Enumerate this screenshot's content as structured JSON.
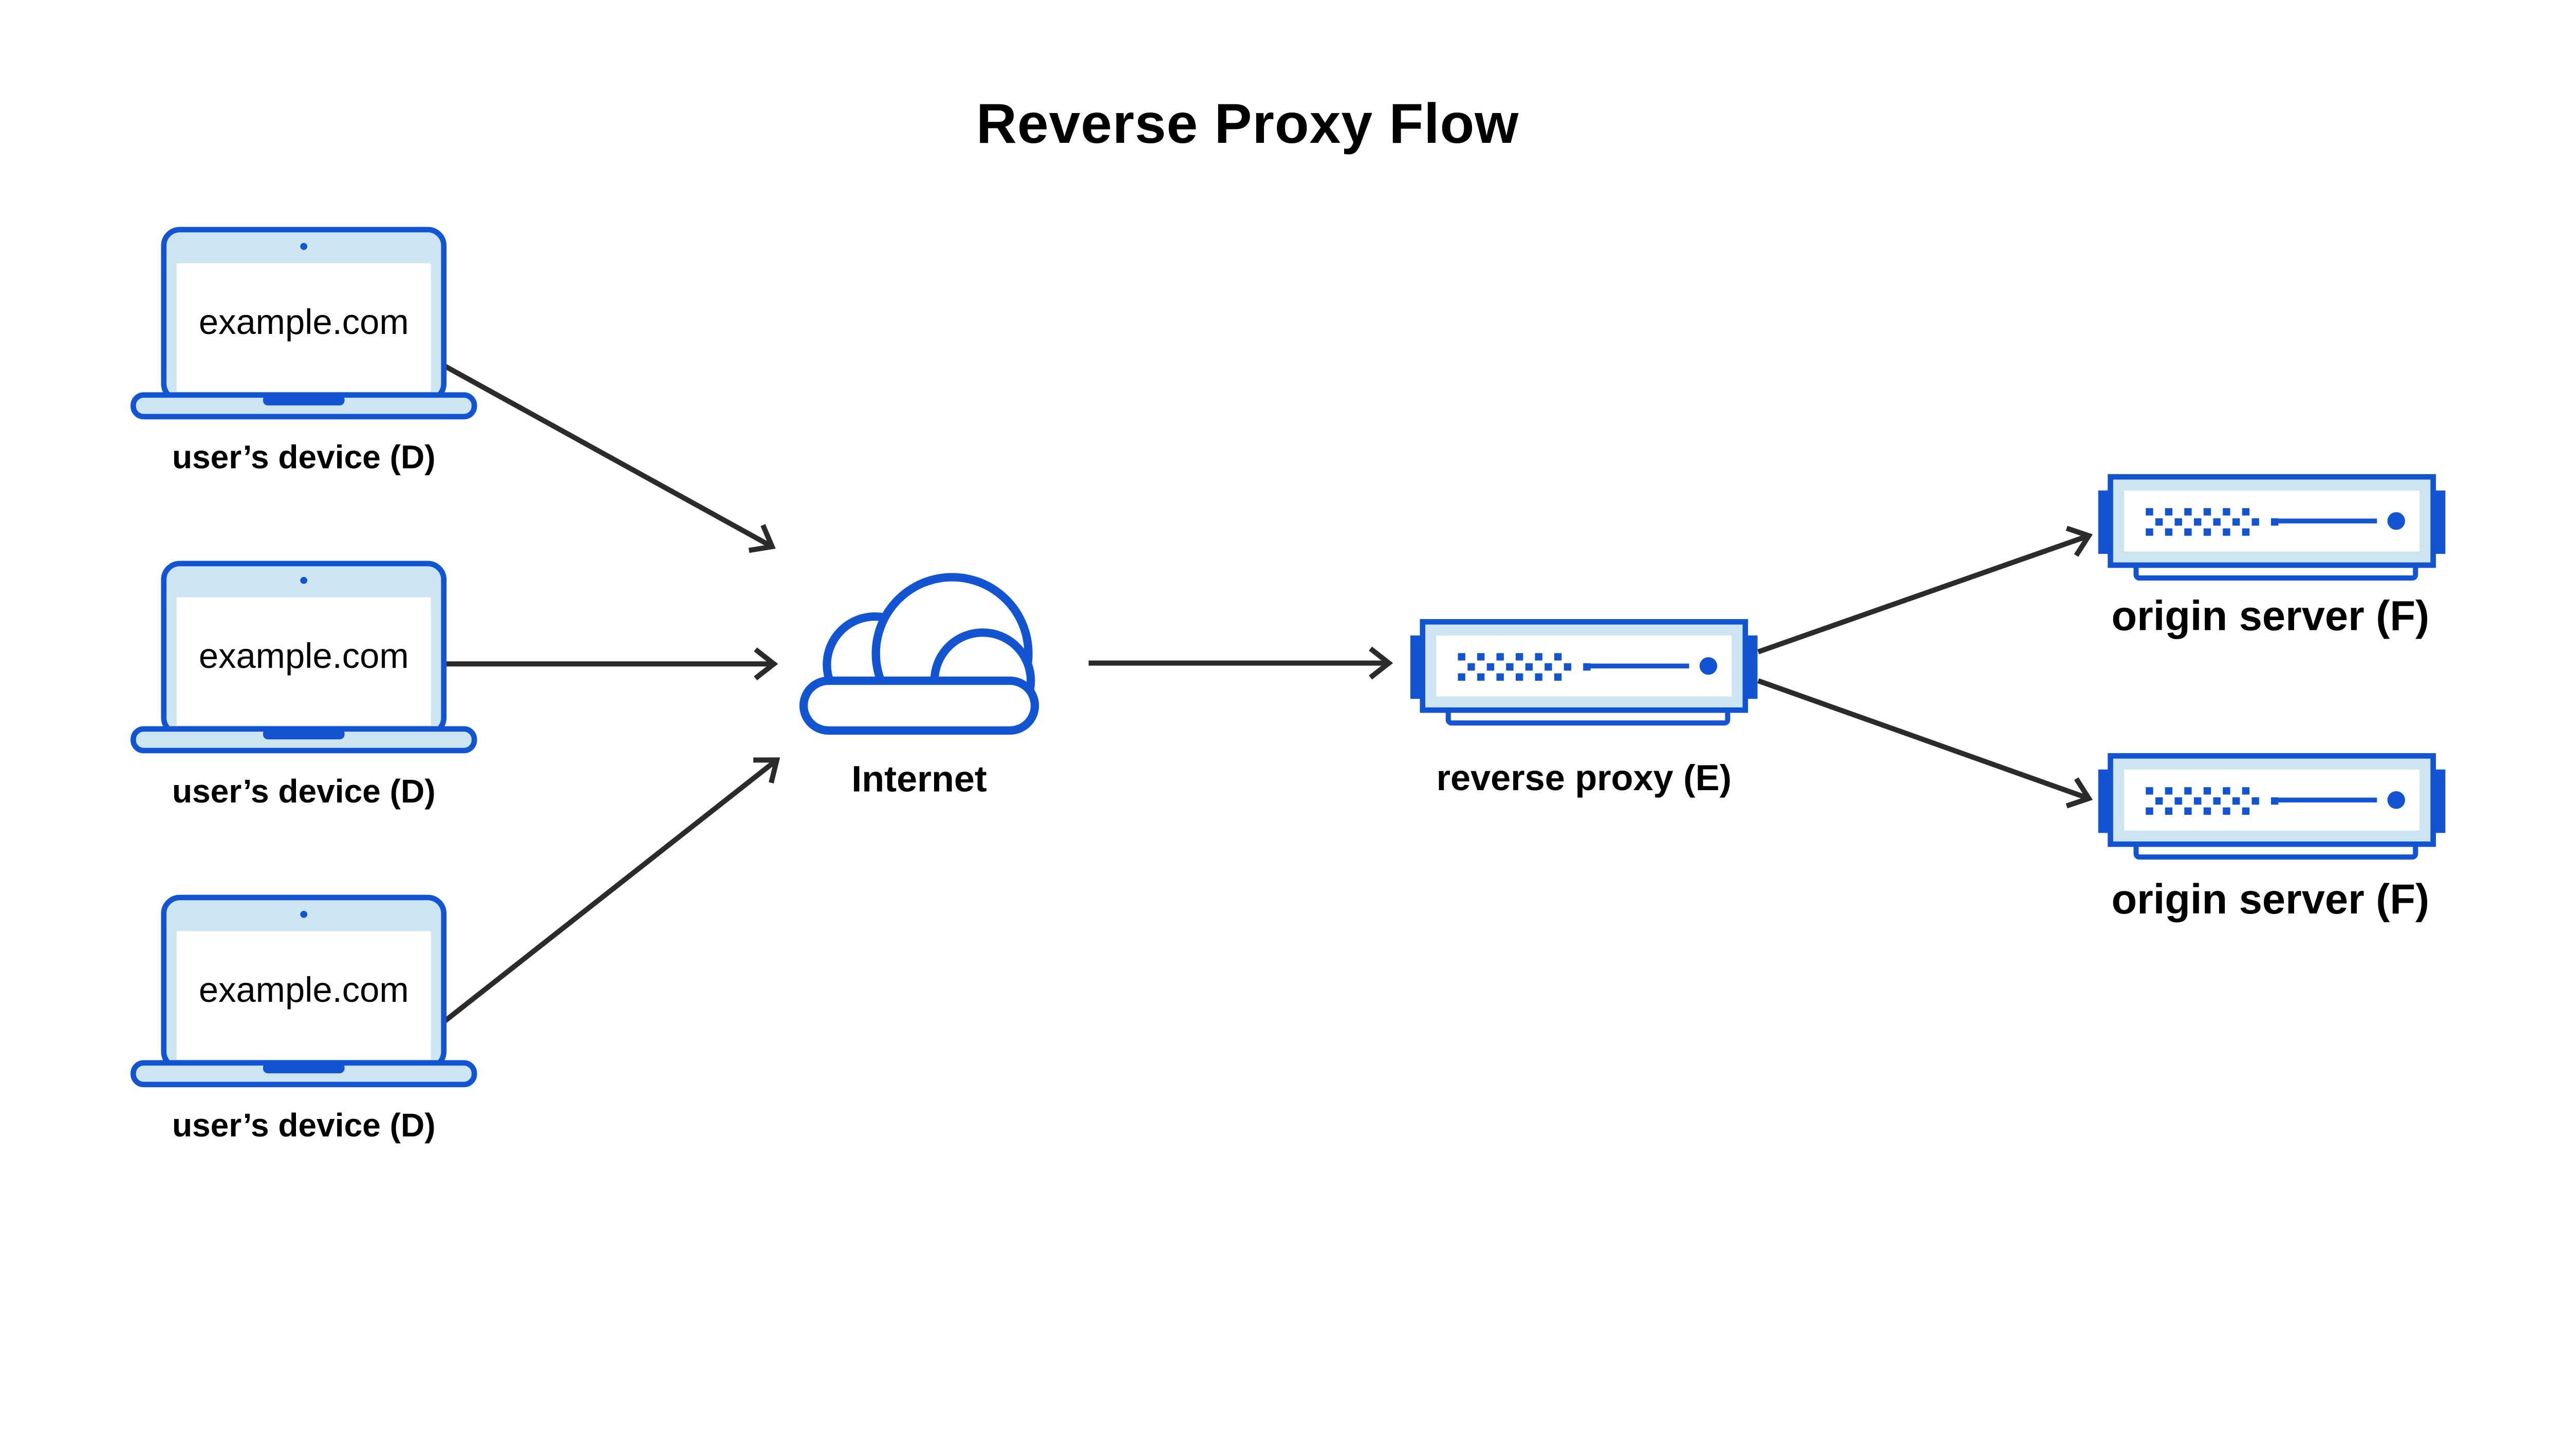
{
  "title": "Reverse Proxy Flow",
  "colors": {
    "accent_blue": "#1254D2",
    "fill_light_blue": "#CCE5F0",
    "arrow": "#2B2B2B",
    "text": "#000000",
    "background": "#FFFFFF"
  },
  "devices": [
    {
      "screen_text": "example.com",
      "label": "user’s device (D)"
    },
    {
      "screen_text": "example.com",
      "label": "user’s device (D)"
    },
    {
      "screen_text": "example.com",
      "label": "user’s device (D)"
    }
  ],
  "internet": {
    "label": "Internet"
  },
  "proxy": {
    "label": "reverse proxy (E)"
  },
  "origins": [
    {
      "label": "origin server (F)"
    },
    {
      "label": "origin server (F)"
    }
  ]
}
